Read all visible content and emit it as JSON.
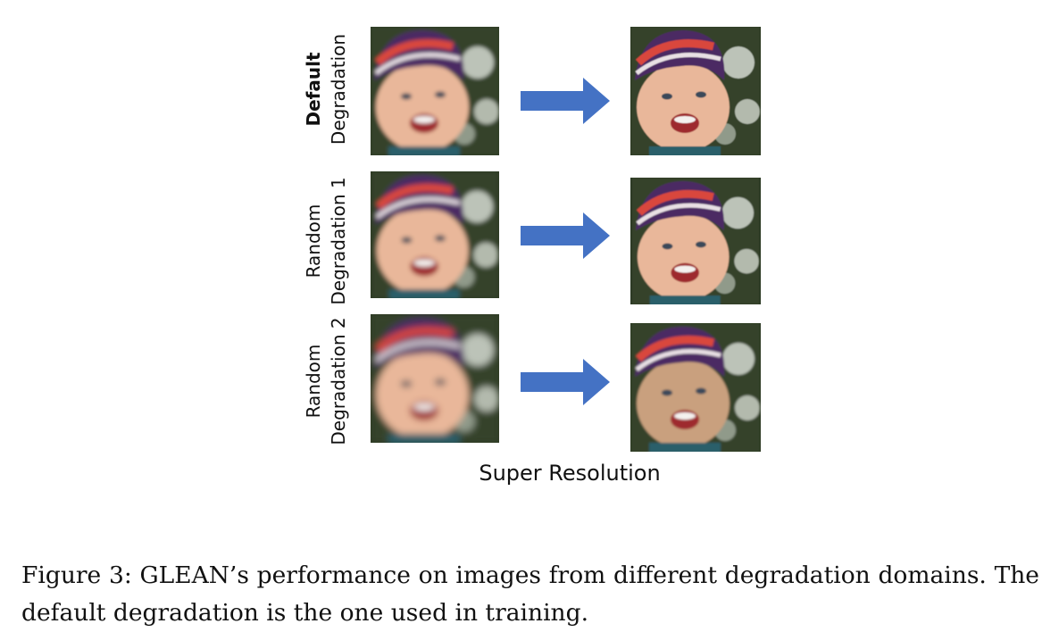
{
  "rows": [
    {
      "label_line1": "Default",
      "label_line2": "Degradation",
      "label_line1_bold": true
    },
    {
      "label_line1": "Random",
      "label_line2": "Degradation 1",
      "label_line1_bold": false
    },
    {
      "label_line1": "Random",
      "label_line2": "Degradation 2",
      "label_line1_bold": false
    }
  ],
  "subtitle": "Super Resolution",
  "caption": "Figure 3:  GLEAN’s performance on images from different degradation domains. The default degradation is the one used in training.",
  "colors": {
    "arrow": "#4472c4",
    "background": "#ffffff"
  },
  "icons": {
    "arrow": "right-arrow-icon",
    "photo": "child-face-photo"
  }
}
